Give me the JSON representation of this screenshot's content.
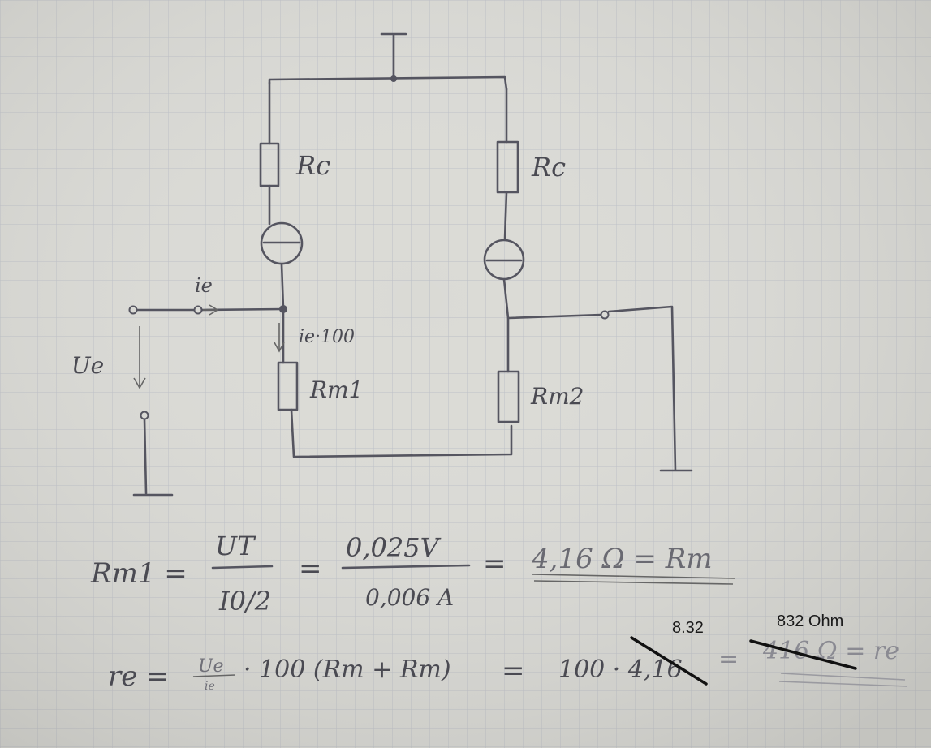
{
  "circuit": {
    "labels": {
      "rc_left": "Rc",
      "rc_right": "Rc",
      "ie": "ie",
      "ie_100": "ie·100",
      "ue": "Ue",
      "rm1": "Rm1",
      "rm2": "Rm2"
    }
  },
  "formula1": {
    "lhs": "Rm1 =",
    "numerator1": "UT",
    "denominator1": "I0/2",
    "eq1": "=",
    "numerator2": "0,025V",
    "denominator2": "0,006 A",
    "eq2": "=",
    "result": "4,16 Ω = Rm"
  },
  "formula2": {
    "lhs": "re =",
    "frac_num": "Ue",
    "frac_den": "ie",
    "expr": "· 100 (Rm + Rm)",
    "eq1": "=",
    "rhs1": "100 · 4,16",
    "eq2": "=",
    "rhs2": "416 Ω = re"
  },
  "corrections": {
    "value1": "8.32",
    "value2": "832 Ohm"
  },
  "colors": {
    "paper": "#d9d9d4",
    "grid": "#b9bcc4",
    "ink": "#555560",
    "pen": "#1a1a1a"
  }
}
